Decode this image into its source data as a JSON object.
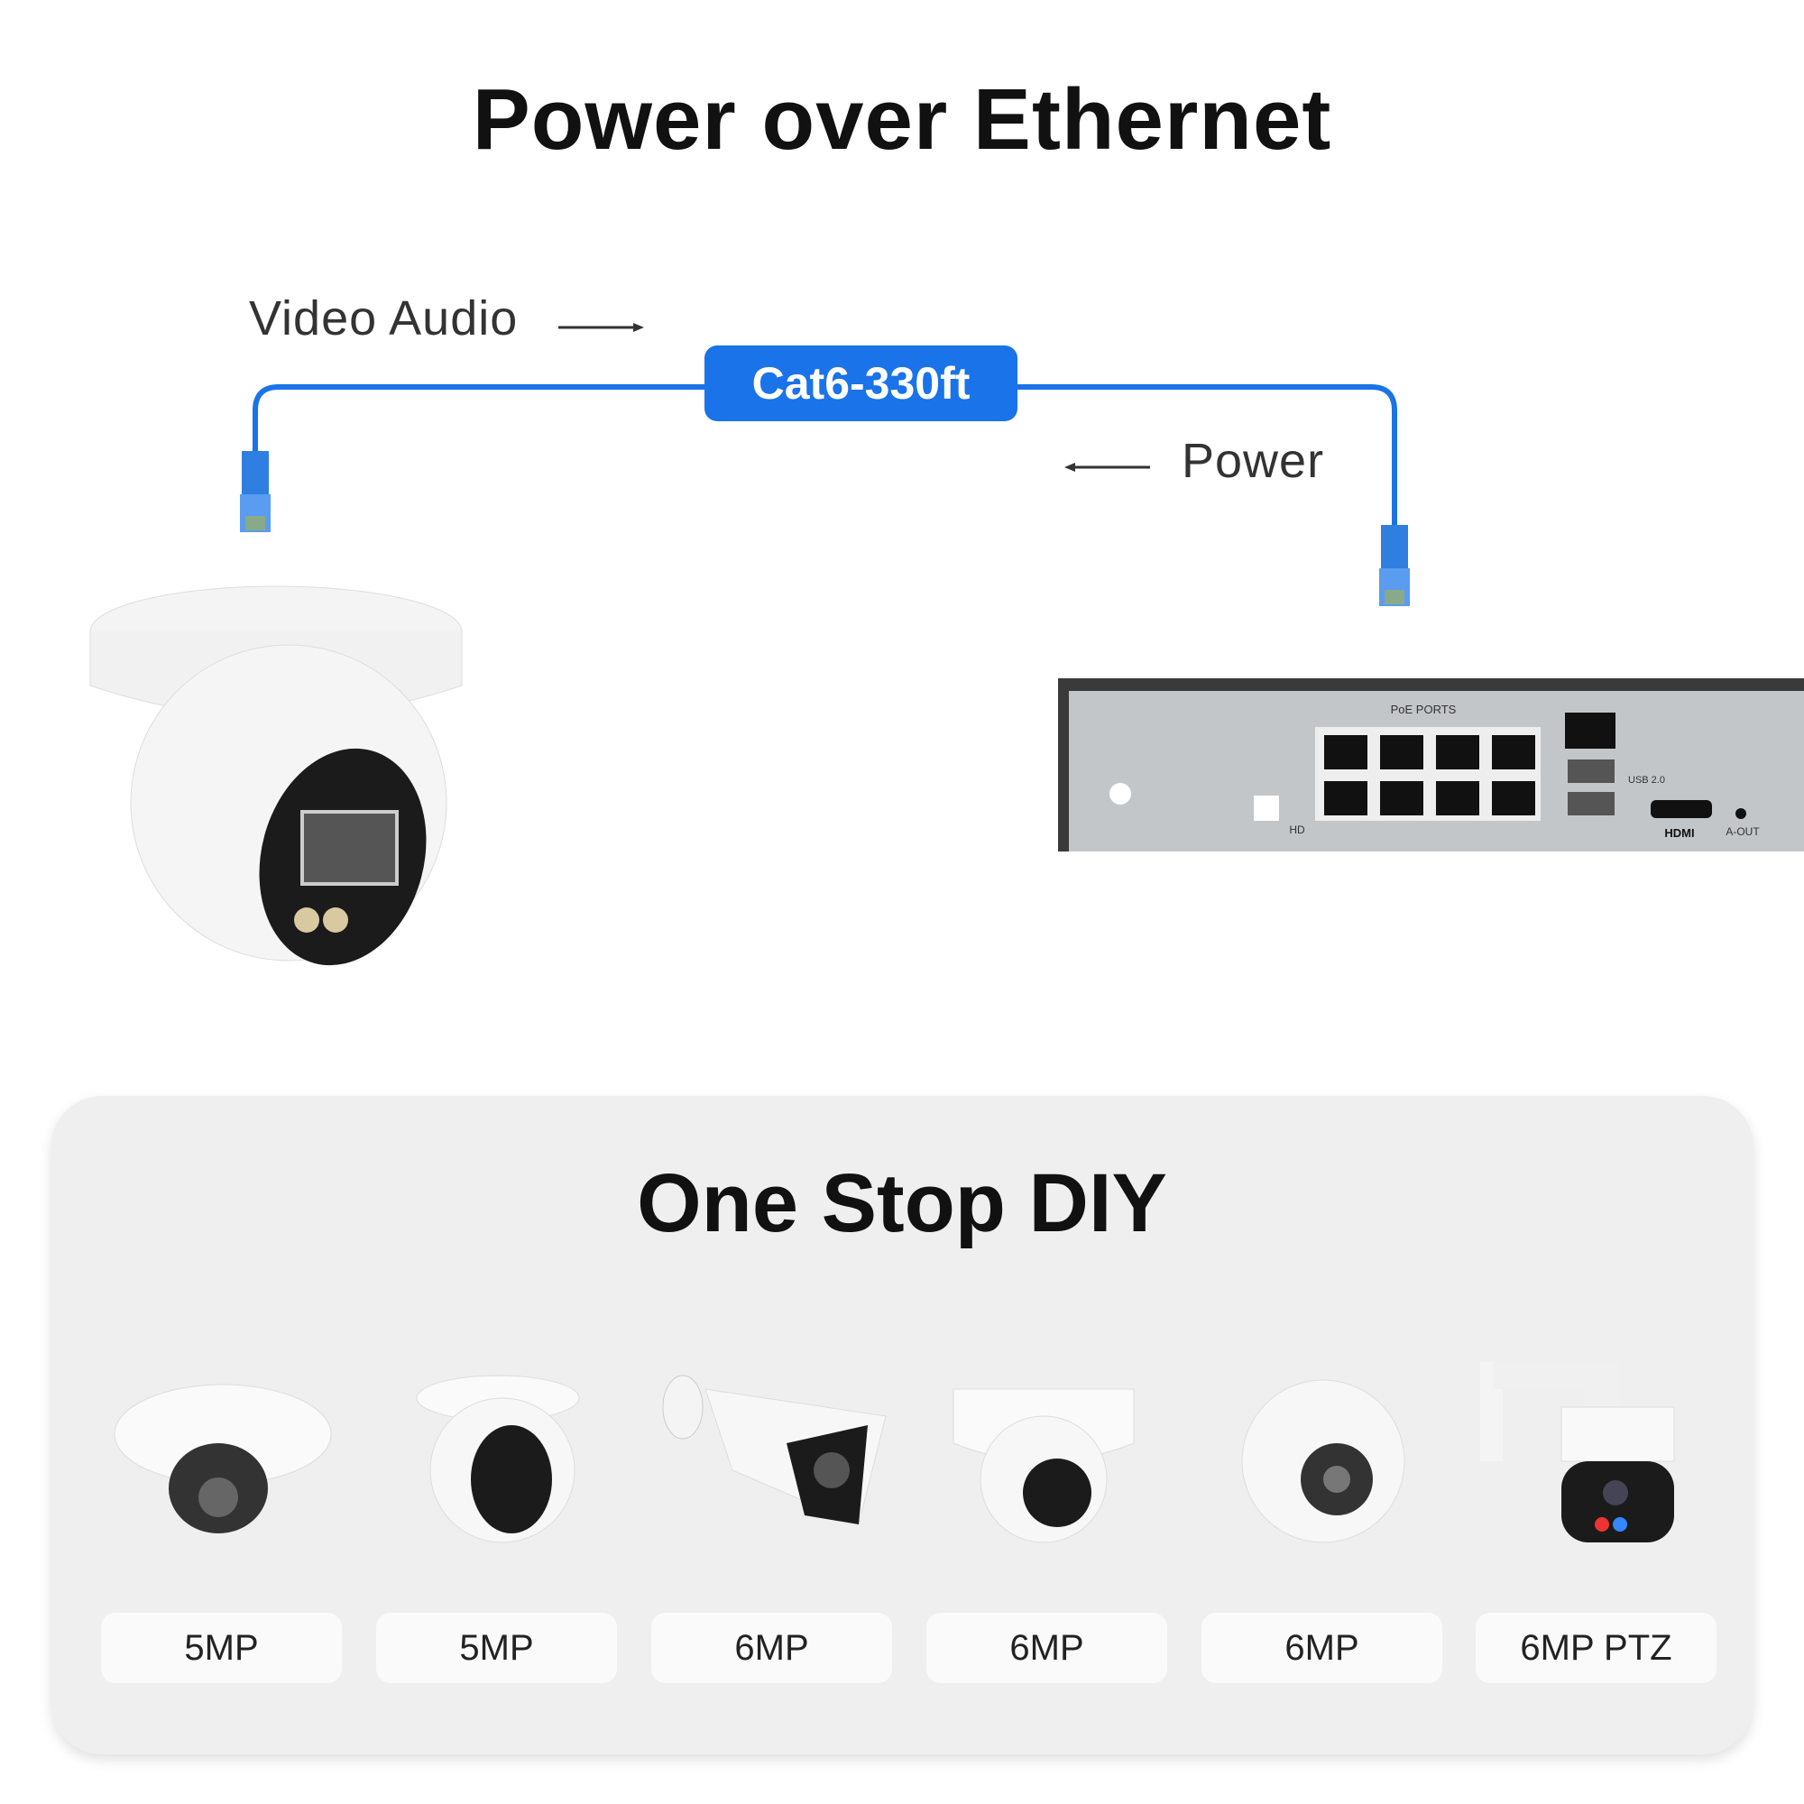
{
  "title": "Power over Ethernet",
  "cable": {
    "label": "Cat6-330ft",
    "color": "#1a73e8",
    "left_text": "Video Audio",
    "right_text": "Power"
  },
  "nvr": {
    "poe_label": "PoE PORTS",
    "usb_label": "USB 2.0",
    "hdmi_label": "HDMI",
    "aout_label": "A-OUT",
    "hd_label": "HD"
  },
  "section": {
    "title": "One Stop DIY",
    "cameras": [
      {
        "label": "5MP"
      },
      {
        "label": "5MP"
      },
      {
        "label": "6MP"
      },
      {
        "label": "6MP"
      },
      {
        "label": "6MP"
      },
      {
        "label": "6MP PTZ"
      }
    ]
  }
}
